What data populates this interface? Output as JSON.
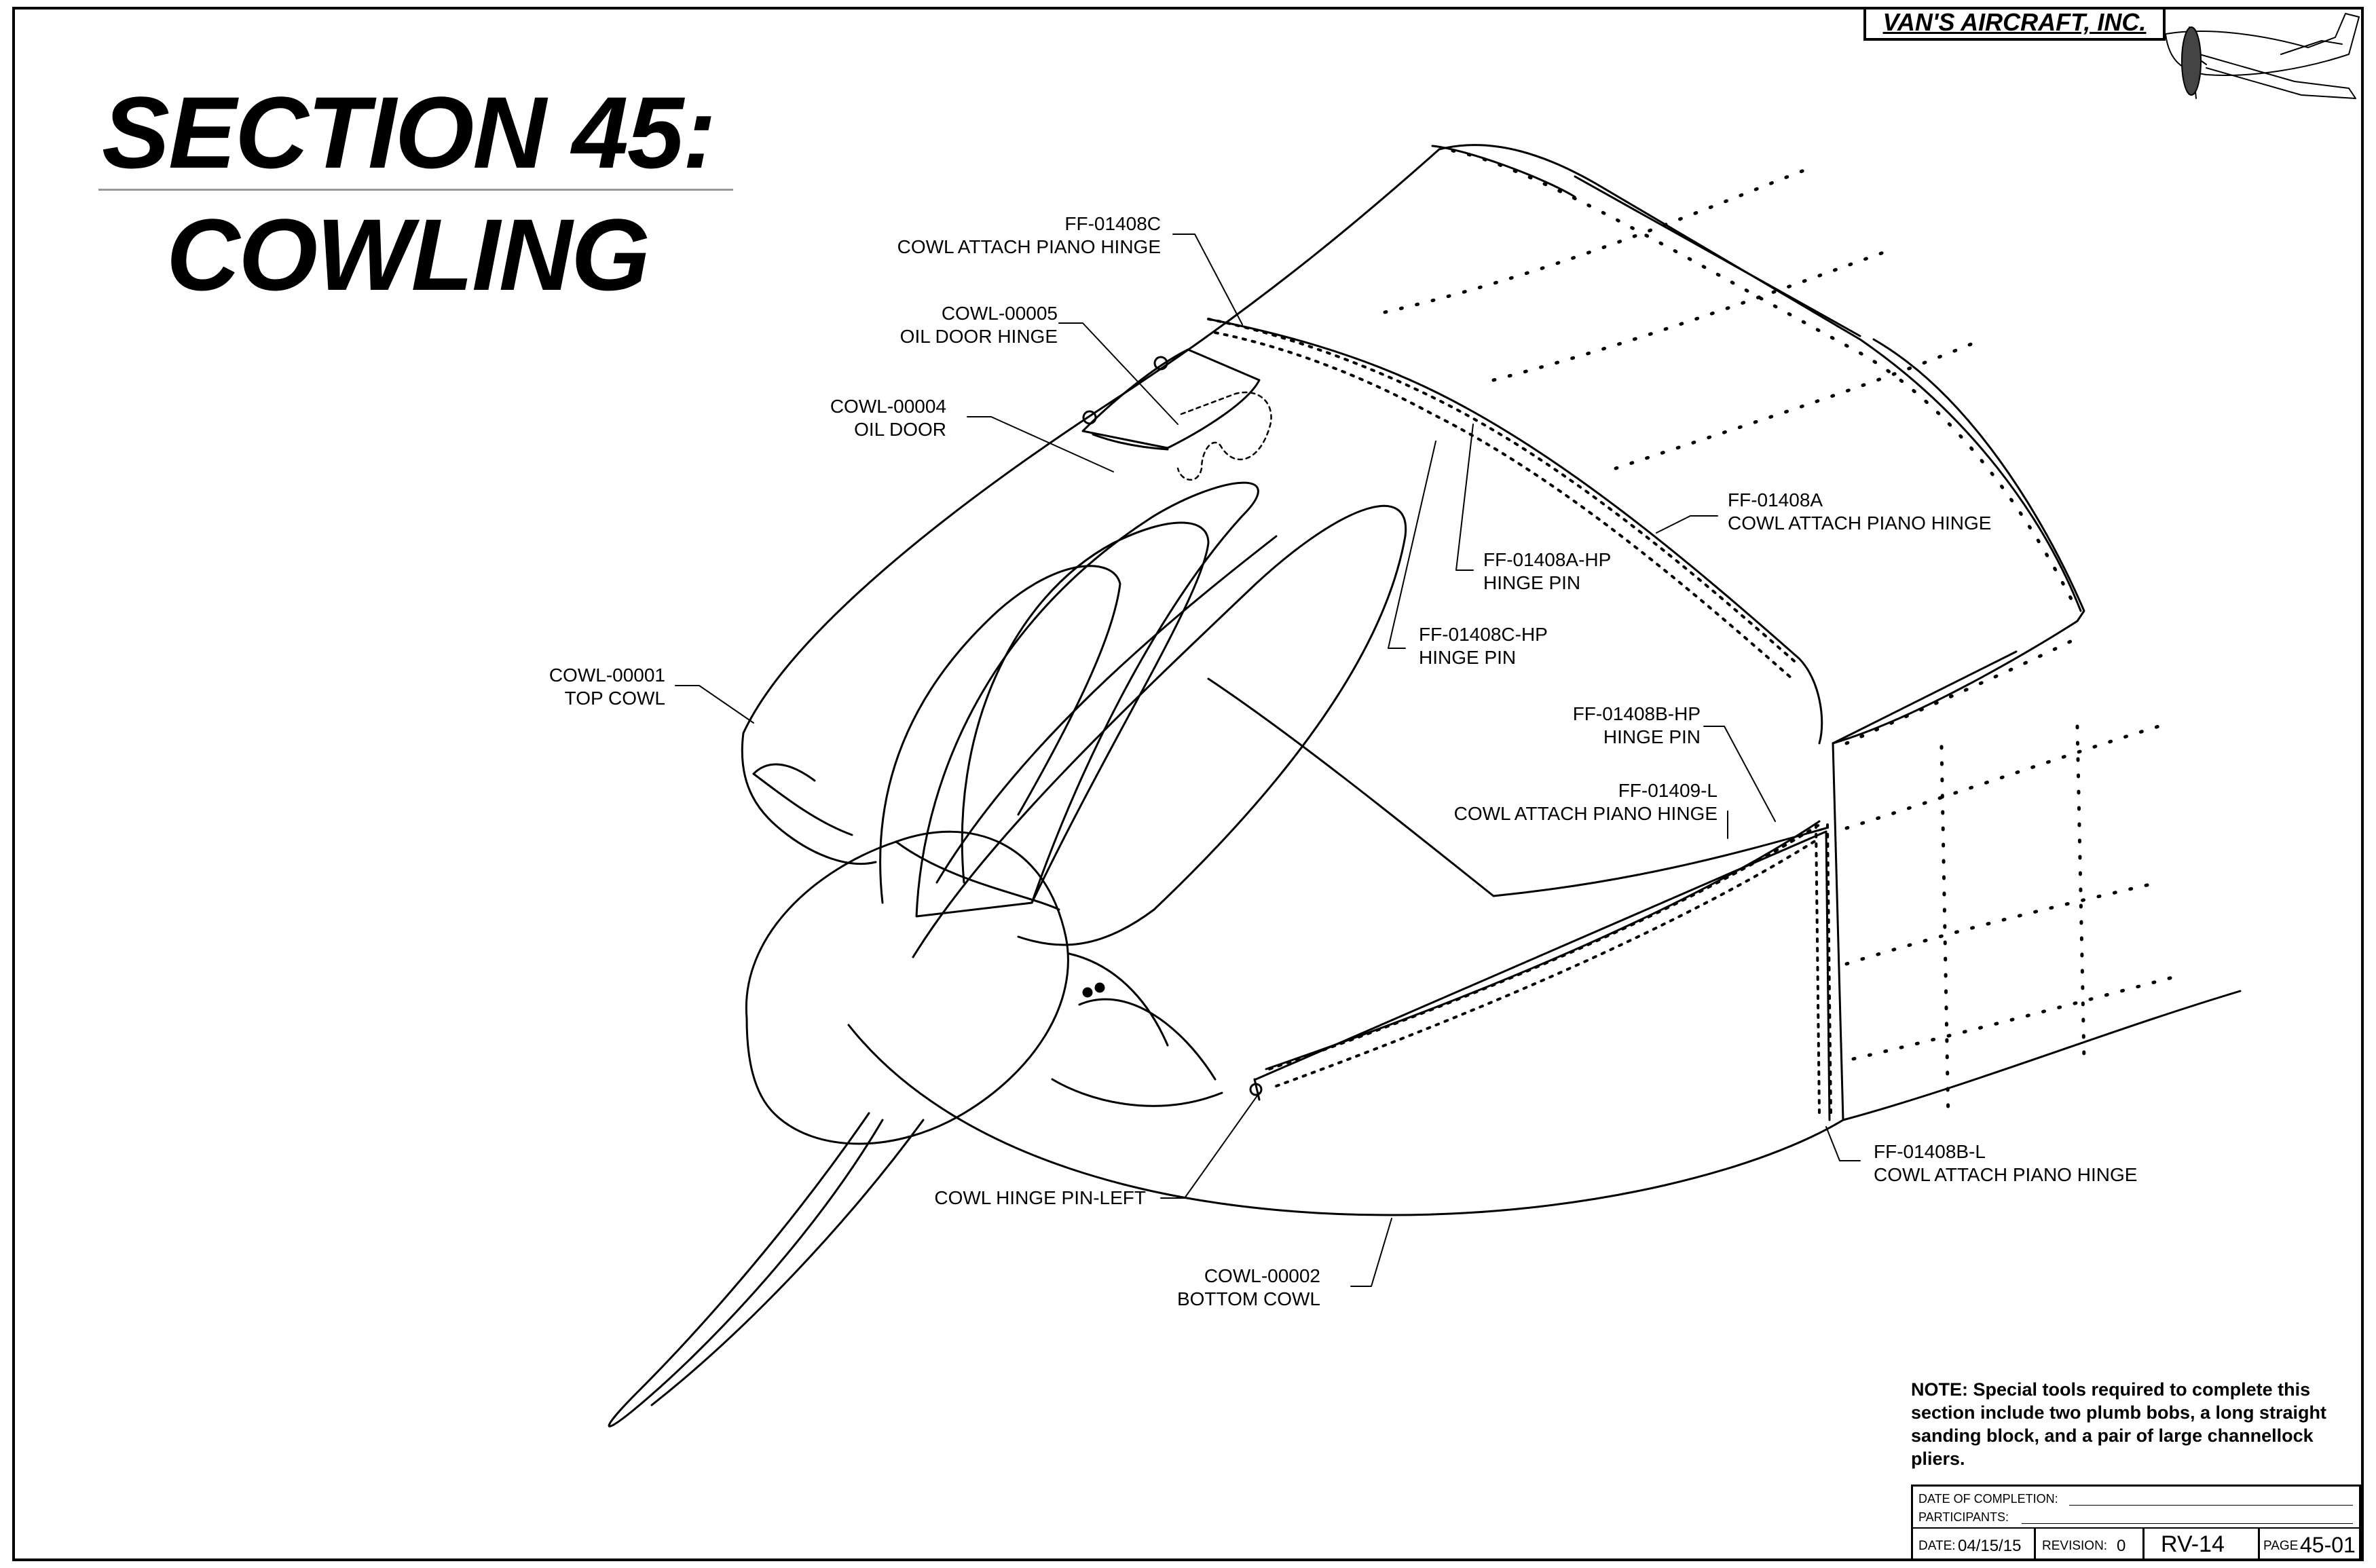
{
  "title": {
    "line1": "SECTION 45:",
    "line2": "COWLING"
  },
  "brand": "VAN'S AIRCRAFT, INC.",
  "callouts": [
    {
      "id": "ff-01408c",
      "part": "FF-01408C",
      "desc": "COWL ATTACH PIANO HINGE"
    },
    {
      "id": "cowl-00005",
      "part": "COWL-00005",
      "desc": "OIL DOOR HINGE"
    },
    {
      "id": "cowl-00004",
      "part": "COWL-00004",
      "desc": "OIL DOOR"
    },
    {
      "id": "ff-01408a",
      "part": "FF-01408A",
      "desc": "COWL ATTACH PIANO HINGE"
    },
    {
      "id": "ff-01408a-hp",
      "part": "FF-01408A-HP",
      "desc": "HINGE PIN"
    },
    {
      "id": "ff-01408c-hp",
      "part": "FF-01408C-HP",
      "desc": "HINGE PIN"
    },
    {
      "id": "cowl-00001",
      "part": "COWL-00001",
      "desc": "TOP COWL"
    },
    {
      "id": "ff-01408b-hp",
      "part": "FF-01408B-HP",
      "desc": "HINGE PIN"
    },
    {
      "id": "ff-01409-l",
      "part": "FF-01409-L",
      "desc": "COWL ATTACH PIANO HINGE"
    },
    {
      "id": "ff-01408b-l",
      "part": "FF-01408B-L",
      "desc": "COWL ATTACH PIANO HINGE"
    },
    {
      "id": "cowl-hinge-pin-left",
      "part": "COWL HINGE PIN-LEFT",
      "desc": ""
    },
    {
      "id": "cowl-00002",
      "part": "COWL-00002",
      "desc": "BOTTOM COWL"
    }
  ],
  "note": "NOTE: Special tools required to complete this section include two plumb bobs, a long straight sanding block, and a pair of large channellock pliers.",
  "title_block": {
    "date_of_completion_label": "DATE OF COMPLETION:",
    "participants_label": "PARTICIPANTS:",
    "date_label": "DATE:",
    "date_value": "04/15/15",
    "revision_label": "REVISION:",
    "revision_value": "0",
    "model": "RV-14",
    "page_label": "PAGE",
    "page_value": "45-01"
  }
}
